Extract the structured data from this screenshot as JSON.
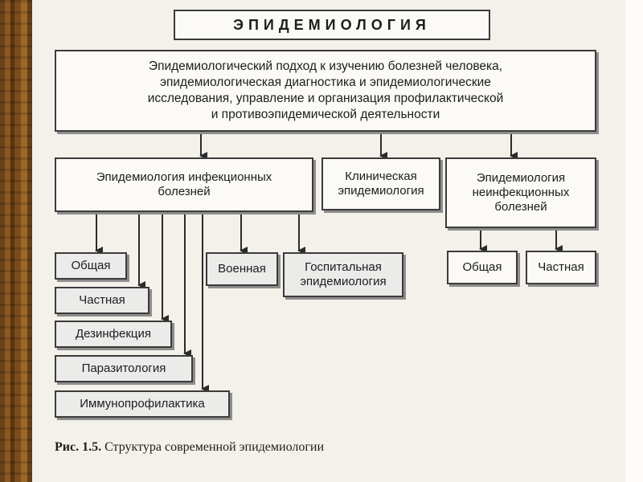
{
  "diagram": {
    "title": "ЭПИДЕМИОЛОГИЯ",
    "definition": "Эпидемиологический подход к изучению болезней человека,\nэпидемиологическая диагностика и эпидемиологические\nисследования, управление и организация профилактической\nи противоэпидемической деятельности",
    "branches": {
      "infectious": "Эпидемиология инфекционных\nболезней",
      "clinical": "Клиническая\nэпидемиология",
      "noninfectious": "Эпидемиология\nнеинфекционных\nболезней"
    },
    "infectious_children": [
      "Общая",
      "Частная",
      "Дезинфекция",
      "Паразитология",
      "Иммунопрофилактика"
    ],
    "military": "Военная",
    "hospital": "Госпитальная\nэпидемиология",
    "noninfectious_children": [
      "Общая",
      "Частная"
    ]
  },
  "caption": {
    "label": "Рис. 1.5.",
    "text": " Структура современной эпидемиологии"
  }
}
